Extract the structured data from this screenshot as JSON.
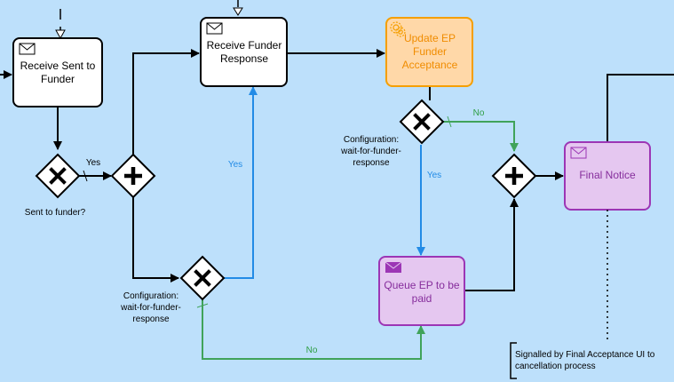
{
  "tasks": {
    "receive_sent": {
      "line1": "Receive Sent to",
      "line2": "Funder"
    },
    "receive_funder": {
      "line1": "Receive Funder",
      "line2": "Response"
    },
    "update_ep": {
      "line1": "Update EP",
      "line2": "Funder",
      "line3": "Acceptance"
    },
    "final_notice": {
      "line1": "Final Notice"
    },
    "queue_ep": {
      "line1": "Queue EP to be",
      "line2": "paid"
    }
  },
  "gateways": {
    "sent_to_funder": {
      "label": "Sent to funder?"
    },
    "config_left": {
      "line1": "Configuration:",
      "line2": "wait-for-funder-",
      "line3": "response"
    },
    "config_right": {
      "line1": "Configuration:",
      "line2": "wait-for-funder-",
      "line3": "response"
    }
  },
  "flow_labels": {
    "yes_left": "Yes",
    "yes_mid": "Yes",
    "yes_right": "Yes",
    "no_top": "No",
    "no_bottom": "No"
  },
  "annotation": {
    "line1": "Signalled by Final Acceptance UI to",
    "line2": "cancellation process"
  },
  "colors": {
    "background": "#bde0fb",
    "default_fill": "#ffffff",
    "orange_fill": "#ffd8a8",
    "orange_stroke": "#f59f00",
    "orange_text": "#e8590c",
    "purple_fill": "#e5c7f0",
    "purple_stroke": "#9c36b5",
    "purple_text": "#862e9c",
    "blue_flow": "#228be6",
    "green_flow": "#40a35a"
  }
}
